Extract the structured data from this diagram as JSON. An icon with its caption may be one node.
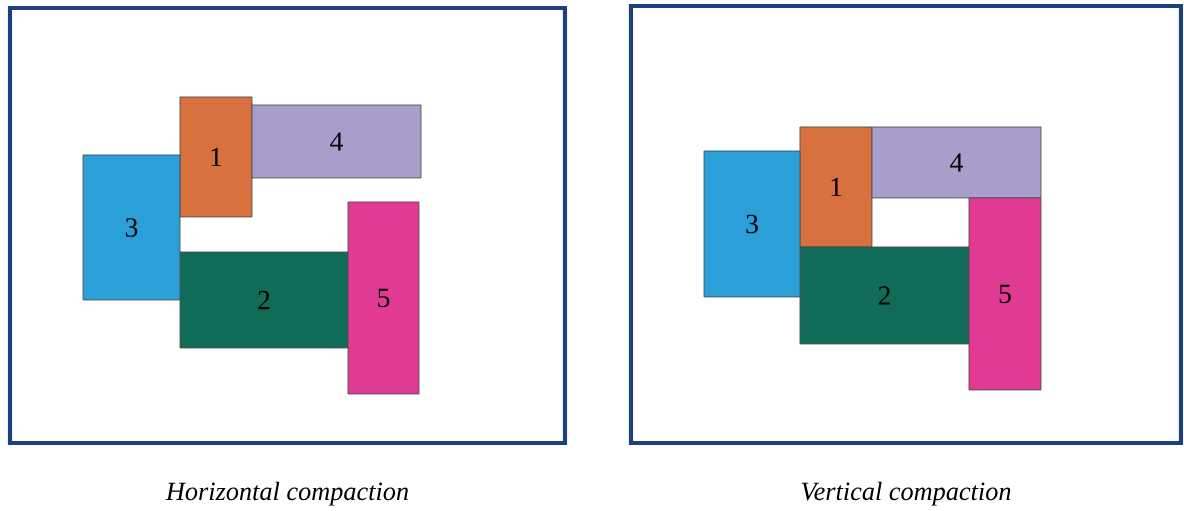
{
  "diagram": {
    "nodes": [
      {
        "text": [
          "Horizontal compaction"
        ]
      },
      {
        "text": [
          "1"
        ],
        "in": 0
      },
      {
        "text": [
          "2"
        ],
        "in": 0
      },
      {
        "text": [
          "3"
        ],
        "in": 0
      },
      {
        "text": [
          "4"
        ],
        "in": 0
      },
      {
        "text": [
          "5"
        ],
        "in": 0
      },
      {
        "text": [
          "Vertical compaction"
        ]
      },
      {
        "text": [
          "1"
        ],
        "in": 6
      },
      {
        "text": [
          "2"
        ],
        "in": 6
      },
      {
        "text": [
          "3"
        ],
        "in": 6
      },
      {
        "text": [
          "4"
        ],
        "in": 6
      },
      {
        "text": [
          "5"
        ],
        "in": 6
      }
    ]
  }
}
